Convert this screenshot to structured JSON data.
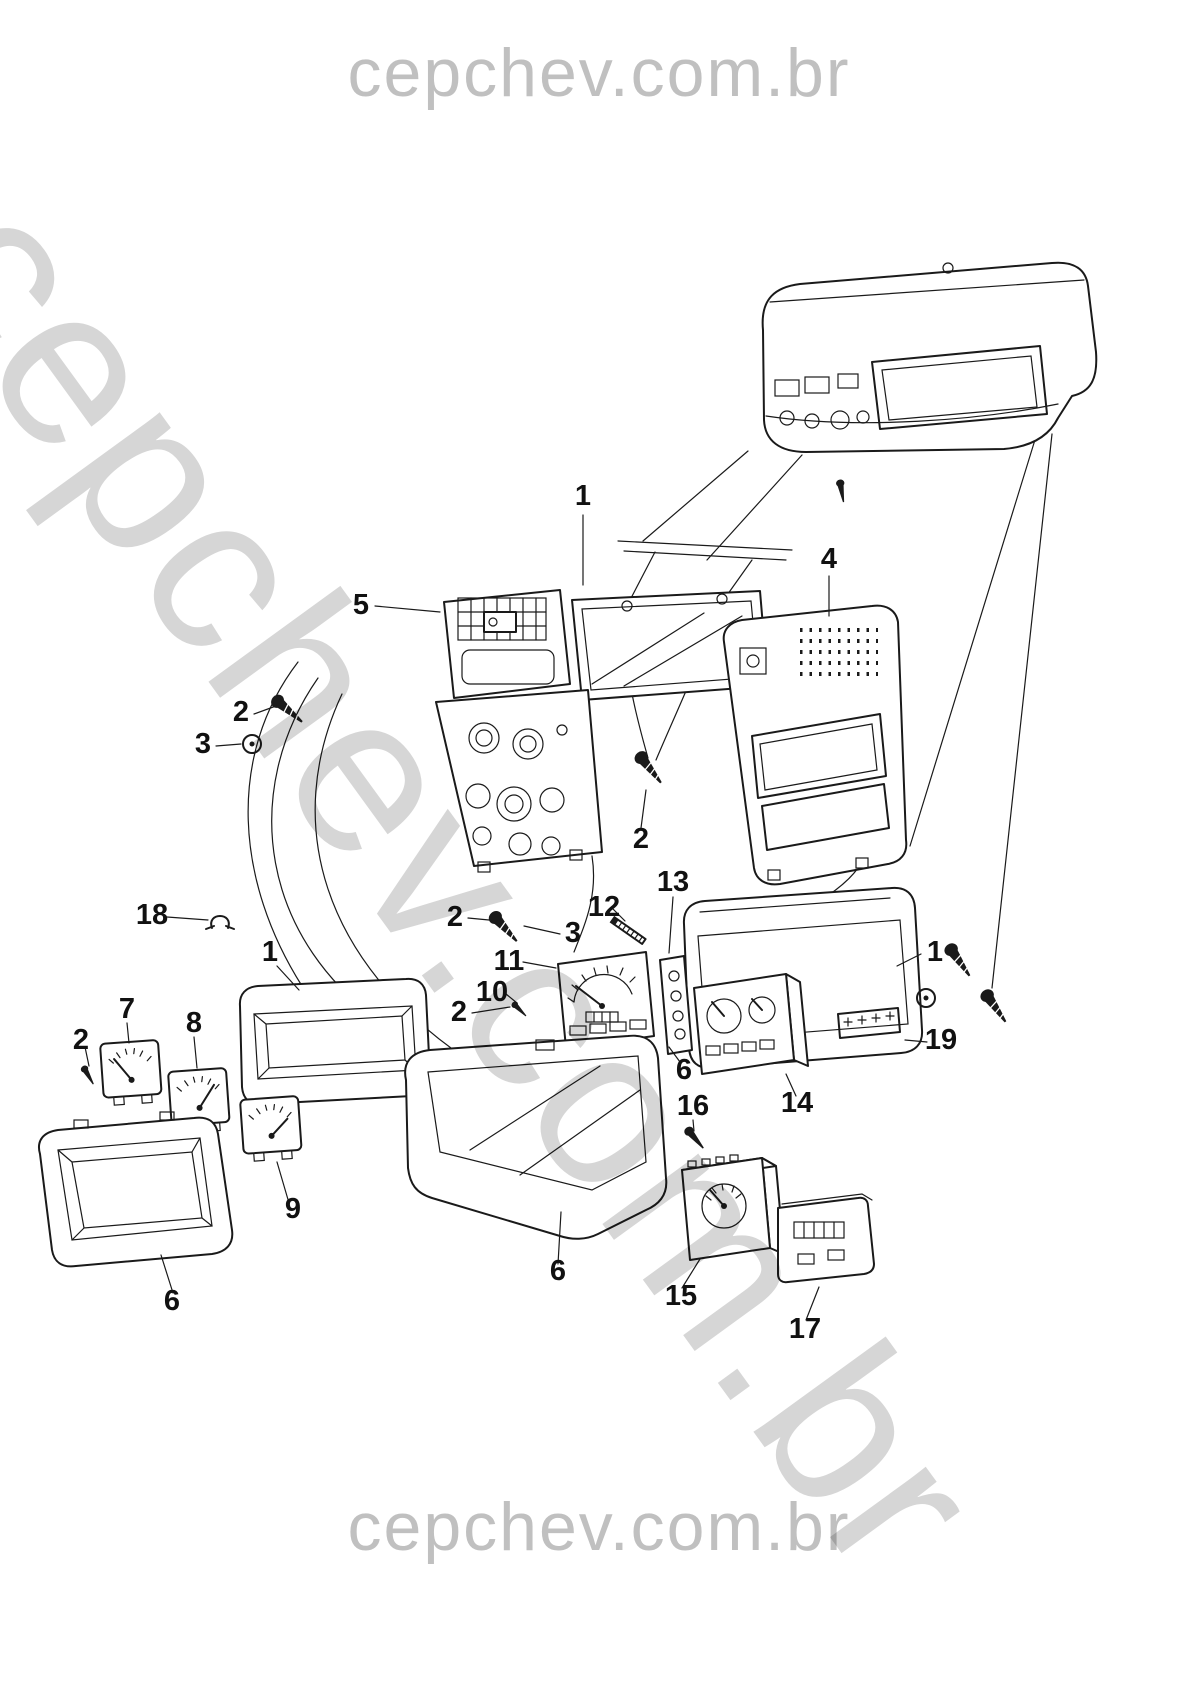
{
  "watermarks": {
    "top": "cepchev.com.br",
    "diagonal": "cepchev.com.br",
    "bottom": "cepchev.com.br"
  },
  "colors": {
    "background": "#ffffff",
    "line": "#1a1a1a",
    "watermark": "#c0c0c0",
    "watermark-diagonal": "#d6d6d6",
    "callout": "#111111"
  },
  "callouts": [
    {
      "label": "1"
    },
    {
      "label": "4"
    },
    {
      "label": "5"
    },
    {
      "label": "2"
    },
    {
      "label": "3"
    },
    {
      "label": "2"
    },
    {
      "label": "18"
    },
    {
      "label": "2"
    },
    {
      "label": "13"
    },
    {
      "label": "12"
    },
    {
      "label": "3"
    },
    {
      "label": "11"
    },
    {
      "label": "1"
    },
    {
      "label": "10"
    },
    {
      "label": "2"
    },
    {
      "label": "1"
    },
    {
      "label": "19"
    },
    {
      "label": "2"
    },
    {
      "label": "7"
    },
    {
      "label": "8"
    },
    {
      "label": "9"
    },
    {
      "label": "6"
    },
    {
      "label": "6"
    },
    {
      "label": "6"
    },
    {
      "label": "14"
    },
    {
      "label": "16"
    },
    {
      "label": "15"
    },
    {
      "label": "17"
    }
  ]
}
